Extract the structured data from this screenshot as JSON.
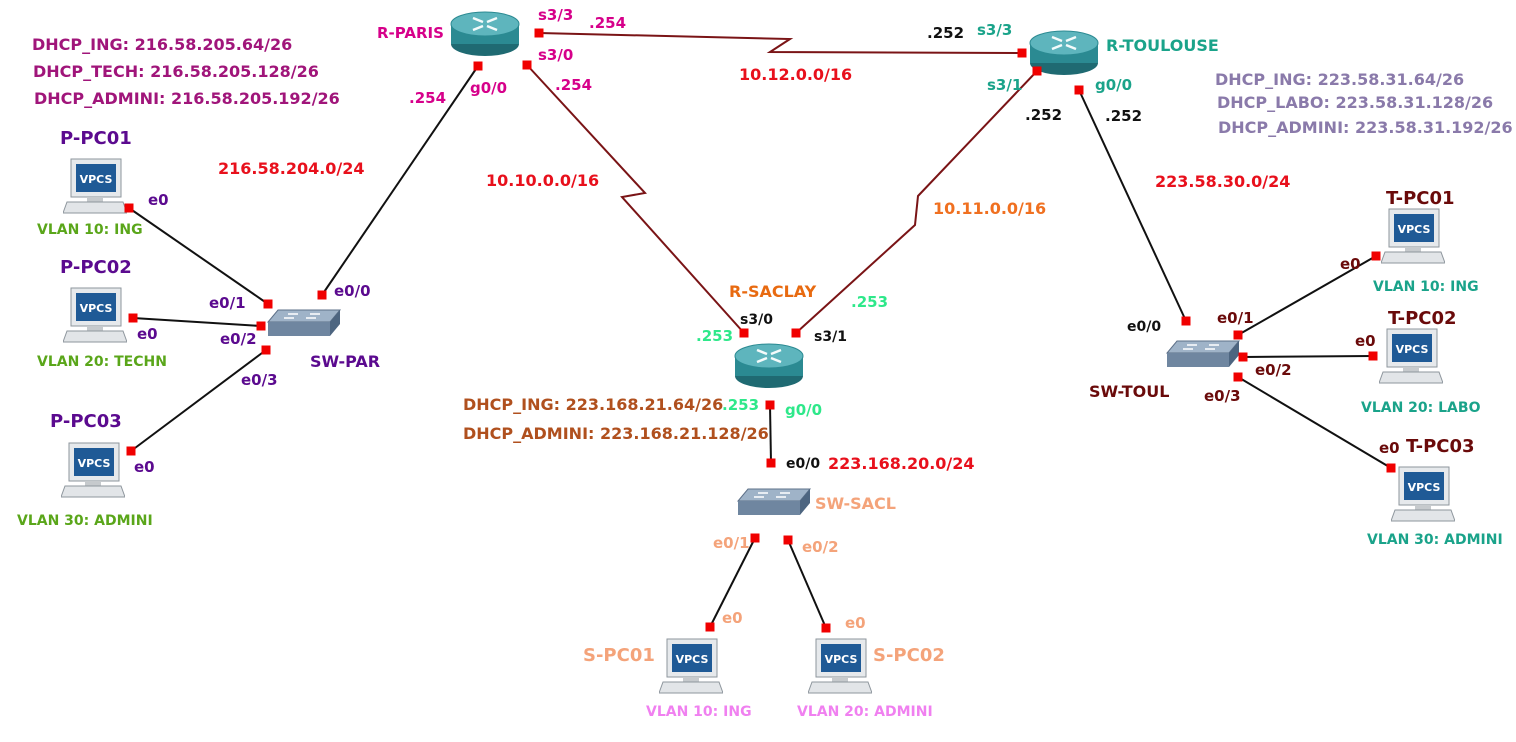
{
  "colors": {
    "serial_link": "#7a1416",
    "ethernet_link": "#111111",
    "port_dot": "#f00000",
    "network_red": "#e8101c",
    "paris_magenta": "#d6008a",
    "paris_purple": "#5b0a8f",
    "paris_vlan_green": "#5aa61a",
    "paris_dhcp": "#a0157a",
    "toulouse_teal": "#1aa38a",
    "toulouse_maroon": "#6a0a0a",
    "toulouse_dhcp": "#8a7aaa",
    "saclay_orange": "#e86a10",
    "saclay_green": "#2ee88a",
    "saclay_dhcp": "#b0501e",
    "sacl_salmon": "#f4a37a",
    "sacl_pink": "#f080f0",
    "link10_11": "#f07020"
  },
  "routers": {
    "paris": {
      "name": "R-PARIS",
      "icon": "router-icon"
    },
    "toulouse": {
      "name": "R-TOULOUSE",
      "icon": "router-icon"
    },
    "saclay": {
      "name": "R-SACLAY",
      "icon": "router-icon"
    }
  },
  "switches": {
    "par": {
      "name": "SW-PAR",
      "icon": "switch-icon"
    },
    "toul": {
      "name": "SW-TOUL",
      "icon": "switch-icon"
    },
    "sacl": {
      "name": "SW-SACL",
      "icon": "switch-icon"
    }
  },
  "pcs": {
    "p1": {
      "name": "P-PC01",
      "vlan": "VLAN 10: ING",
      "icon_text": "VPCS"
    },
    "p2": {
      "name": "P-PC02",
      "vlan": "VLAN 20: TECHN",
      "icon_text": "VPCS"
    },
    "p3": {
      "name": "P-PC03",
      "vlan": "VLAN 30: ADMINI",
      "icon_text": "VPCS"
    },
    "t1": {
      "name": "T-PC01",
      "vlan": "VLAN 10: ING",
      "icon_text": "VPCS"
    },
    "t2": {
      "name": "T-PC02",
      "vlan": "VLAN 20: LABO",
      "icon_text": "VPCS"
    },
    "t3": {
      "name": "T-PC03",
      "vlan": "VLAN 30: ADMINI",
      "icon_text": "VPCS"
    },
    "s1": {
      "name": "S-PC01",
      "vlan": "VLAN 10: ING",
      "icon_text": "VPCS"
    },
    "s2": {
      "name": "S-PC02",
      "vlan": "VLAN 20: ADMINI",
      "icon_text": "VPCS"
    }
  },
  "networks": {
    "paris_lan": "216.58.204.0/24",
    "paris_saclay": "10.10.0.0/16",
    "paris_toulouse": "10.12.0.0/16",
    "toulouse_saclay": "10.11.0.0/16",
    "toulouse_lan": "223.58.30.0/24",
    "saclay_lan": "223.168.20.0/24"
  },
  "dhcp": {
    "paris": [
      "DHCP_ING: 216.58.205.64/26",
      "DHCP_TECH: 216.58.205.128/26",
      "DHCP_ADMINI: 216.58.205.192/26"
    ],
    "toulouse": [
      "DHCP_ING: 223.58.31.64/26",
      "DHCP_LABO: 223.58.31.128/26",
      "DHCP_ADMINI: 223.58.31.192/26"
    ],
    "saclay": [
      "DHCP_ING: 223.168.21.64/26",
      "DHCP_ADMINI: 223.168.21.128/26"
    ]
  },
  "ports": {
    "e0": "e0",
    "e0_0": "e0/0",
    "e0_1": "e0/1",
    "e0_2": "e0/2",
    "e0_3": "e0/3",
    "g0_0": "g0/0",
    "s3_0": "s3/0",
    "s3_1": "s3/1",
    "s3_3": "s3/3"
  },
  "hosts": {
    "h254": ".254",
    "h252": ".252",
    "h253": ".253"
  }
}
